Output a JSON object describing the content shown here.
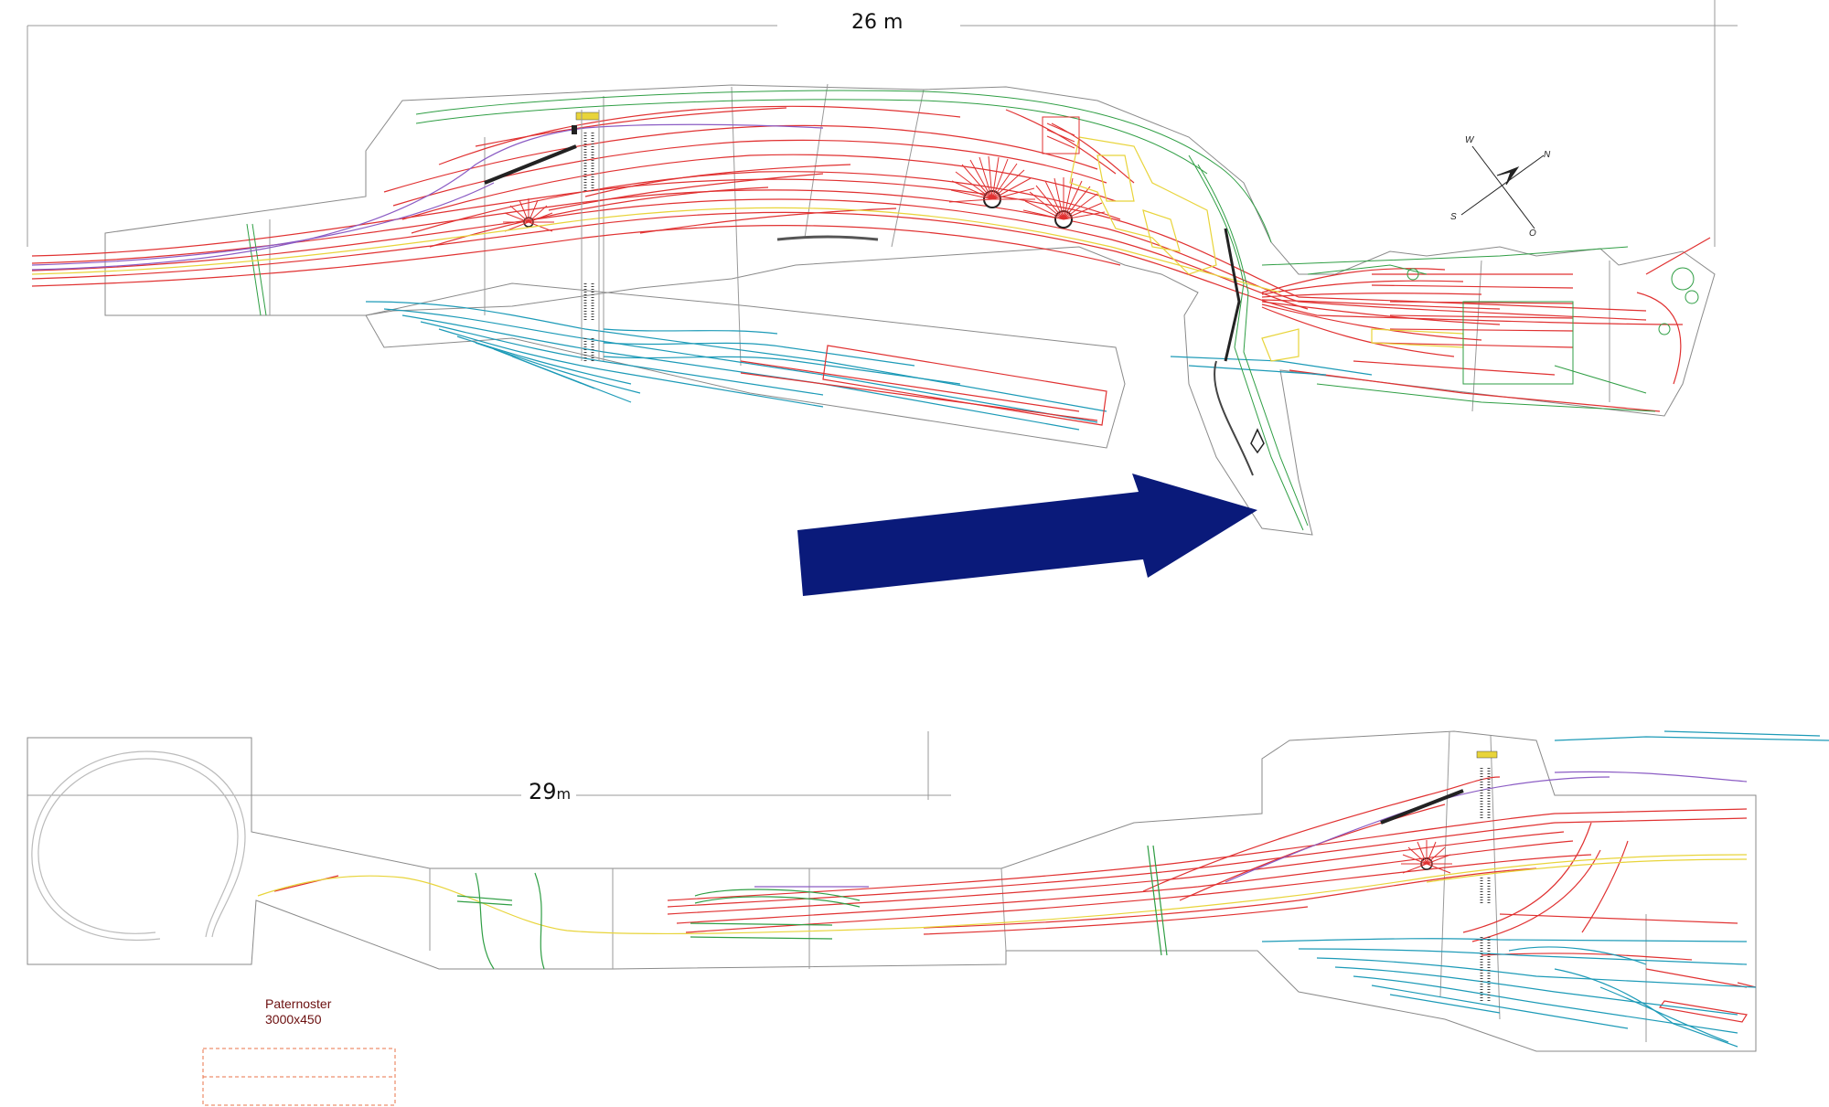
{
  "dimensions": {
    "top_span": {
      "value": "26",
      "unit": "m"
    },
    "bottom_span": {
      "value": "29",
      "unit": "m"
    }
  },
  "compass": {
    "west": "W",
    "north": "N",
    "south": "S",
    "east": "O"
  },
  "paternoster": {
    "title": "Paternoster",
    "size": "3000x450"
  },
  "colors": {
    "main_track": "#e03131",
    "yard_track": "#1c9ab7",
    "curve_track": "#2f9e44",
    "platform_track": "#e8d43a",
    "link_track": "#8b5cc4",
    "outline": "#7a7a7a",
    "arrow": "#0a1a7a",
    "paternoster_box": "#e8734a",
    "paternoster_text": "#6b0f0f"
  },
  "icons": [
    "north-arrow-icon",
    "turntable-icon",
    "direction-arrow-icon"
  ]
}
